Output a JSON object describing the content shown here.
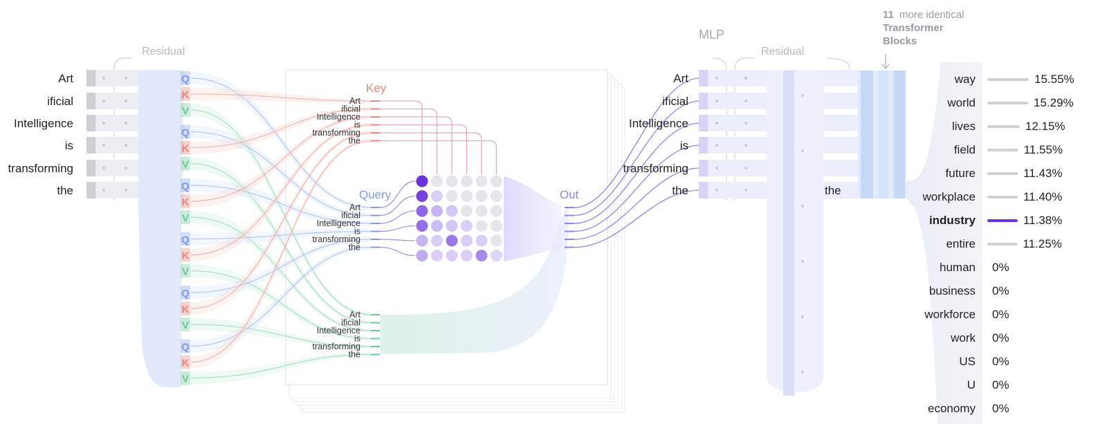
{
  "colors": {
    "query": "#7f9be6",
    "key": "#e6857d",
    "value": "#6ac894",
    "out": "#8e86e6",
    "selected": "#6a32d8",
    "muted": "#c7c7cb",
    "residual": "#e6eaf8"
  },
  "input_tokens": [
    "Art",
    "ificial",
    "Intelligence",
    "is",
    "transforming",
    "the"
  ],
  "labels": {
    "residual_left": "Residual",
    "residual_right": "Residual",
    "mlp": "MLP",
    "key": "Key",
    "query": "Query",
    "out": "Out",
    "q": "Q",
    "k": "K",
    "v": "V",
    "last_token": "the"
  },
  "more_blocks": {
    "count": "11",
    "text": "more identical",
    "line2": "Transformer",
    "line3": "Blocks"
  },
  "attention": {
    "matrix_values": [
      [
        1.0,
        0,
        0,
        0,
        0,
        0
      ],
      [
        0.9,
        0.1,
        0,
        0,
        0,
        0
      ],
      [
        0.7,
        0.25,
        0.15,
        0,
        0,
        0
      ],
      [
        0.65,
        0.2,
        0.15,
        0.1,
        0,
        0
      ],
      [
        0.25,
        0.1,
        0.6,
        0.1,
        0.1,
        0
      ],
      [
        0.3,
        0.1,
        0.1,
        0.1,
        0.5,
        0.05
      ]
    ]
  },
  "predictions": [
    {
      "word": "way",
      "pct": "15.55%",
      "value": 15.55,
      "selected": false
    },
    {
      "word": "world",
      "pct": "15.29%",
      "value": 15.29,
      "selected": false
    },
    {
      "word": "lives",
      "pct": "12.15%",
      "value": 12.15,
      "selected": false
    },
    {
      "word": "field",
      "pct": "11.55%",
      "value": 11.55,
      "selected": false
    },
    {
      "word": "future",
      "pct": "11.43%",
      "value": 11.43,
      "selected": false
    },
    {
      "word": "workplace",
      "pct": "11.40%",
      "value": 11.4,
      "selected": false
    },
    {
      "word": "industry",
      "pct": "11.38%",
      "value": 11.38,
      "selected": true
    },
    {
      "word": "entire",
      "pct": "11.25%",
      "value": 11.25,
      "selected": false
    },
    {
      "word": "human",
      "pct": "0%",
      "value": 0,
      "selected": false
    },
    {
      "word": "business",
      "pct": "0%",
      "value": 0,
      "selected": false
    },
    {
      "word": "workforce",
      "pct": "0%",
      "value": 0,
      "selected": false
    },
    {
      "word": "work",
      "pct": "0%",
      "value": 0,
      "selected": false
    },
    {
      "word": "US",
      "pct": "0%",
      "value": 0,
      "selected": false
    },
    {
      "word": "U",
      "pct": "0%",
      "value": 0,
      "selected": false
    },
    {
      "word": "economy",
      "pct": "0%",
      "value": 0,
      "selected": false
    }
  ]
}
